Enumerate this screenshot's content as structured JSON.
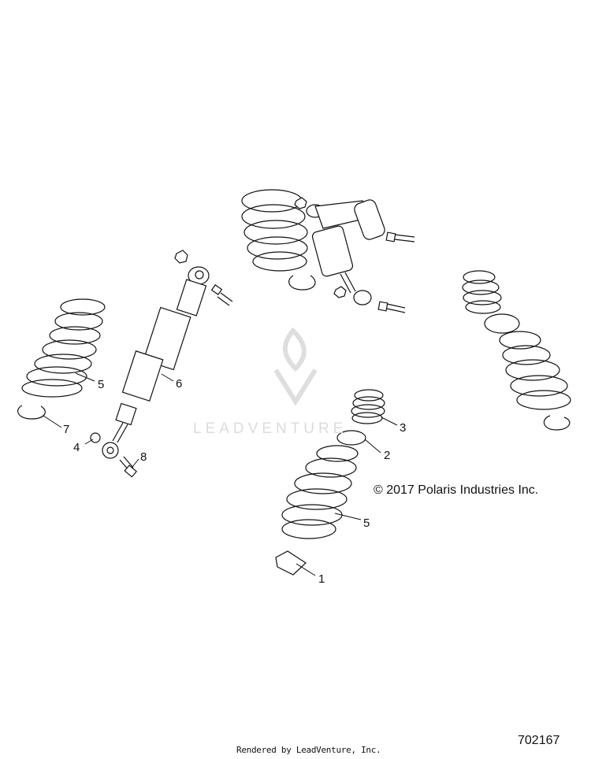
{
  "callouts": [
    "5",
    "6",
    "7",
    "4",
    "8",
    "3",
    "2",
    "5",
    "1"
  ],
  "copyright": "© 2017 Polaris Industries Inc.",
  "figure_number": "702167",
  "footer": "Rendered by LeadVenture, Inc.",
  "watermark_text": "LEADVENTURE",
  "colors": {
    "line": "#111111",
    "watermark": "#dcdcdc",
    "background": "#ffffff"
  }
}
